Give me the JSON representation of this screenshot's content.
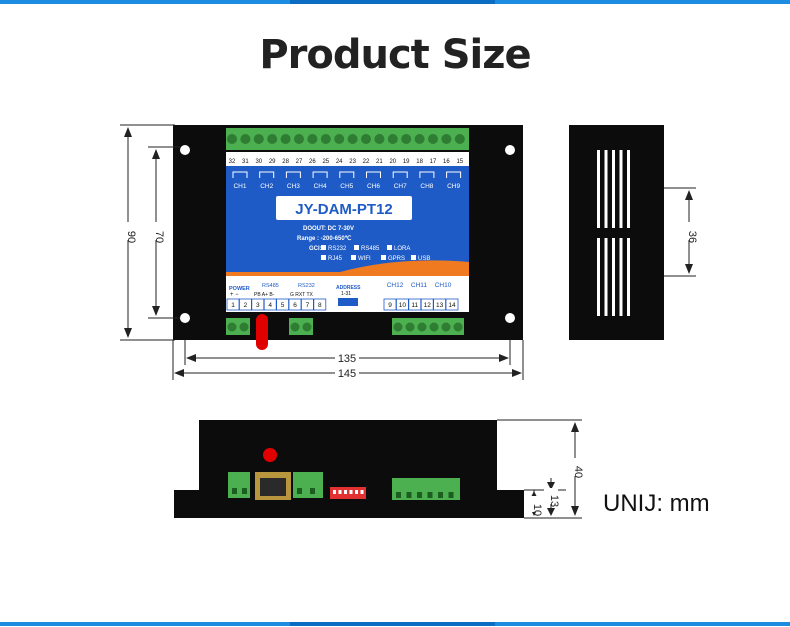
{
  "header": {
    "title": "Product Size"
  },
  "unit_label": "UNIJ: mm",
  "device": {
    "model": "JY-DAM-PT12",
    "specs": {
      "doout": "DOOUT: DC 7-30V",
      "range": "Range : -200-650℃",
      "gci_prefix": "GCI:",
      "gci_options": [
        "RS232",
        "RS485",
        "LORA"
      ],
      "gci_options2": [
        "RJ45",
        "WIFI",
        "GPRS",
        "USB"
      ]
    },
    "top_terminals": [
      "32",
      "31",
      "30",
      "29",
      "28",
      "27",
      "26",
      "25",
      "24",
      "23",
      "22",
      "21",
      "20",
      "19",
      "18",
      "17",
      "16",
      "15"
    ],
    "top_channels": [
      "CH1",
      "CH2",
      "CH3",
      "CH4",
      "CH5",
      "CH6",
      "CH7",
      "CH8",
      "CH9"
    ],
    "bottom_groups": {
      "power": "POWER",
      "power_pins": "+  −",
      "rs485": "RS485",
      "rs485_pins": "PB  A+  B-",
      "rs232": "RS232",
      "rs232_pins": "G  RXT  TX",
      "address": "ADDRESS",
      "address_range": "1-31",
      "channels": [
        "CH12",
        "CH11",
        "CH10"
      ]
    },
    "bottom_terminals": [
      "1",
      "2",
      "3",
      "4",
      "5",
      "6",
      "7",
      "8",
      "9",
      "10",
      "11",
      "12",
      "13",
      "14"
    ]
  },
  "dimensions": {
    "front_height": "90",
    "front_inner_height": "70",
    "front_inner_width": "135",
    "front_width": "145",
    "side_height": "36",
    "bottom_height": "40",
    "bottom_step": "13",
    "bottom_base": "10"
  },
  "colors": {
    "accent": "#1c8ce0",
    "terminal_green": "#4caf50",
    "panel_blue": "#1e5bc6",
    "antenna_red": "#e00000"
  }
}
